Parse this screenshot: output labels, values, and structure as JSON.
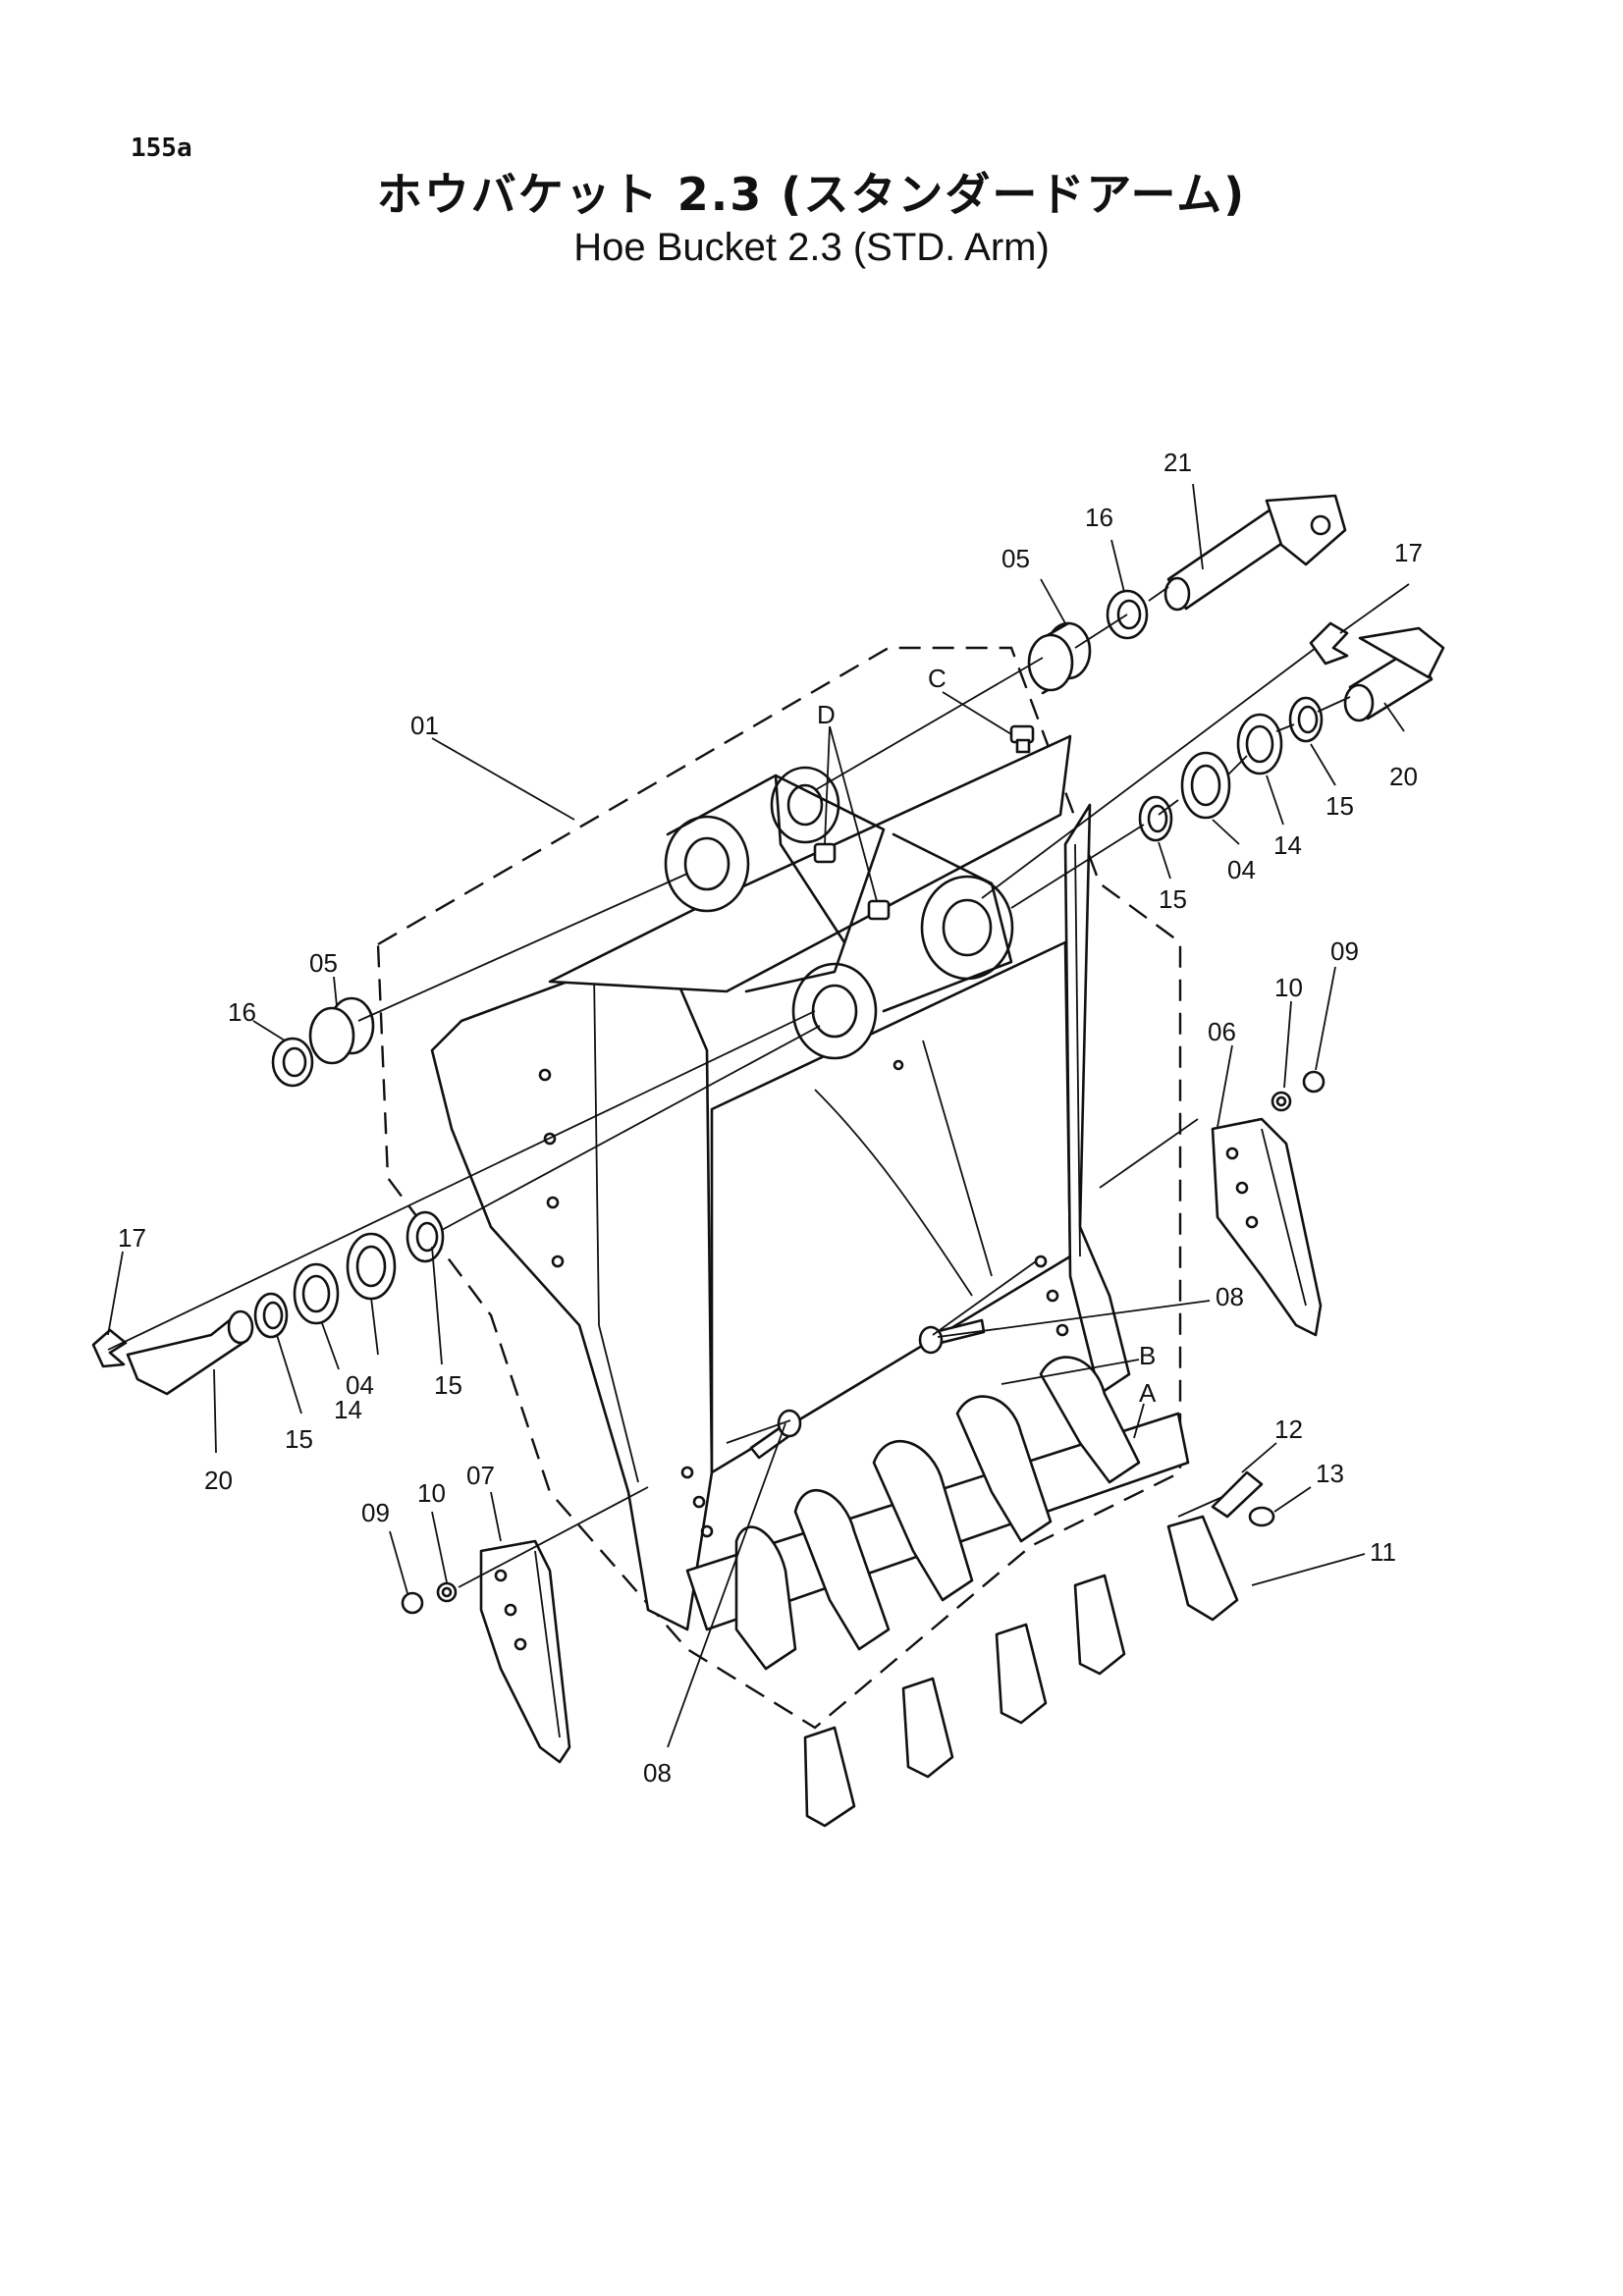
{
  "header": {
    "page_number": "155a",
    "title_ja": "ホウバケット 2.3 (スタンダードアーム)",
    "title_en": "Hoe Bucket 2.3 (STD. Arm)"
  },
  "callouts": {
    "p01": "01",
    "p04_right": "04",
    "p04_left": "04",
    "p05_top": "05",
    "p05_left": "05",
    "p06": "06",
    "p07": "07",
    "p08_right": "08",
    "p08_bottom": "08",
    "p09_right": "09",
    "p09_left": "09",
    "p10_right": "10",
    "p10_left": "10",
    "p11": "11",
    "p12": "12",
    "p13": "13",
    "p14_right": "14",
    "p14_left": "14",
    "p15_right_a": "15",
    "p15_right_b": "15",
    "p15_left_a": "15",
    "p15_left_b": "15",
    "p16_top": "16",
    "p16_left": "16",
    "p17_right": "17",
    "p17_left": "17",
    "p20_right": "20",
    "p20_left": "20",
    "p21": "21",
    "ref_a": "A",
    "ref_b": "B",
    "ref_c": "C",
    "ref_d": "D"
  }
}
